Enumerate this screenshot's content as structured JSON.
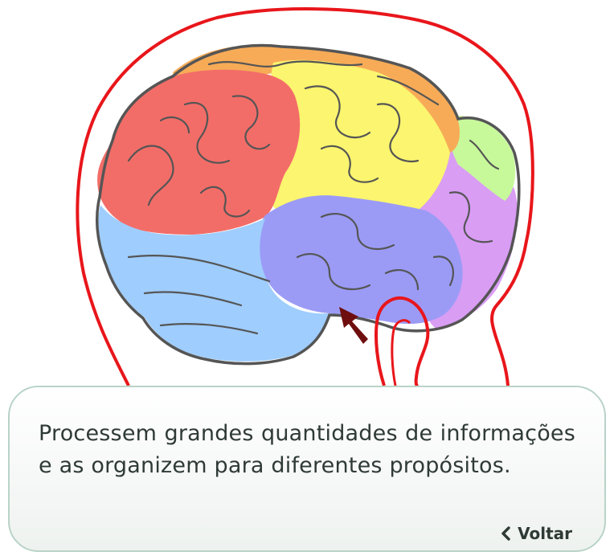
{
  "colors": {
    "head_outline": "#e8161b",
    "brain_outline": "#555555",
    "frontal_lobe": "#f36d68",
    "motor_cortex": "#f7ab57",
    "parietal_lobe": "#fbf56f",
    "occipital_lobe": "#c7f99b",
    "visual_association": "#d99df4",
    "temporal_lobe": "#9b9bf6",
    "cerebellum_like": "#9fcdfd",
    "arrow": "#6e0e0e",
    "caption_border": "#b9d3c8",
    "caption_text": "#2f3a36"
  },
  "caption": {
    "text": "Processem grandes quantidades de informações e as organizem para diferentes propósitos."
  },
  "navigation": {
    "back_label": "Voltar",
    "back_icon": "chevron-left-icon"
  },
  "highlight": {
    "indicator": "arrow-icon",
    "target_region": "temporal_lobe"
  }
}
